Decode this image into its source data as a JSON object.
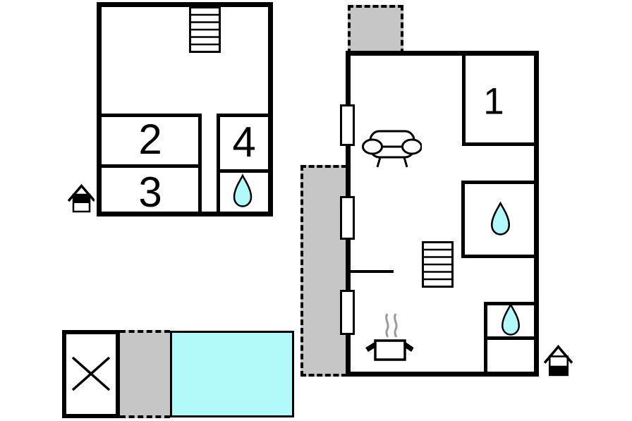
{
  "colors": {
    "wall": "#000000",
    "terrace_gray": "#c6c6c6",
    "water_cyan": "#b2fafa",
    "steam_gray": "#9a9a9a"
  },
  "upper_floor": {
    "rooms": {
      "room2": "2",
      "room3": "3",
      "room4": "4"
    },
    "icons": {
      "staircase": "staircase",
      "bathroom": "water-drop",
      "entrance": "house-entrance"
    }
  },
  "ground_floor": {
    "rooms": {
      "room1": "1"
    },
    "icons": {
      "staircase": "staircase",
      "living_room": "sofa",
      "kitchen": "cooking-pot-with-steam",
      "bathroom_main": "water-drop",
      "bathroom_small": "water-drop",
      "entrance": "house-entrance",
      "windows": "window-marker",
      "terrace_top": "dashed-gray-terrace",
      "terrace_side": "dashed-gray-terrace"
    }
  },
  "outdoor": {
    "carport": "crossed-box",
    "terrace": "dashed-gray-terrace",
    "pool": "swimming-pool"
  }
}
